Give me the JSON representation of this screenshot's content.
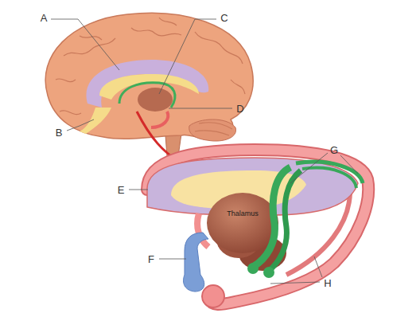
{
  "diagram": {
    "labels": [
      "A",
      "C",
      "D",
      "B",
      "G",
      "E",
      "Thalamus",
      "F",
      "H"
    ]
  }
}
